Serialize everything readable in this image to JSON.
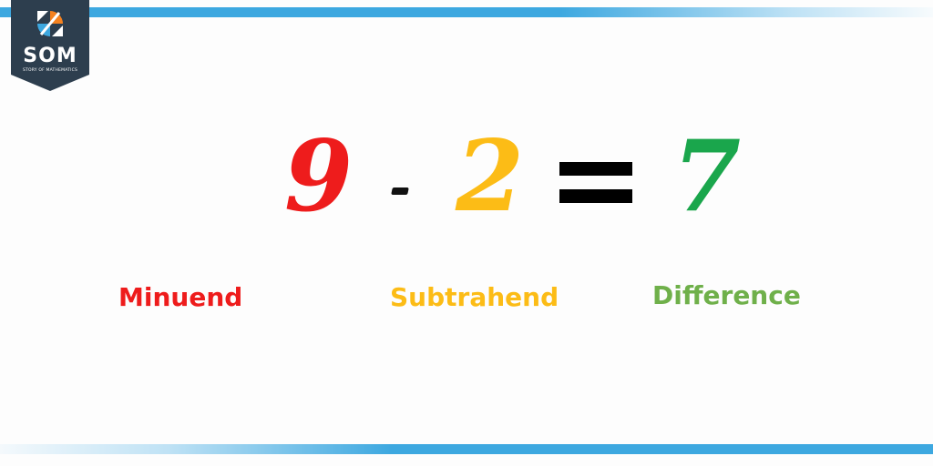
{
  "logo": {
    "brand": "SOM",
    "tagline": "STORY OF MATHEMATICS",
    "colors": {
      "badge": "#2d3e4e",
      "orange": "#f58220",
      "blue": "#3da8e0",
      "white": "#ffffff"
    }
  },
  "equation": {
    "minuend": "9",
    "operator": "-",
    "subtrahend": "2",
    "equals": "=",
    "difference": "7"
  },
  "labels": {
    "minuend": "Minuend",
    "subtrahend": "Subtrahend",
    "difference": "Difference"
  },
  "colors": {
    "minuend": "#ee1c1c",
    "subtrahend": "#fcbc16",
    "difference_number": "#1aa64c",
    "difference_label": "#6fb04a",
    "stripe": "#3da8e0"
  }
}
